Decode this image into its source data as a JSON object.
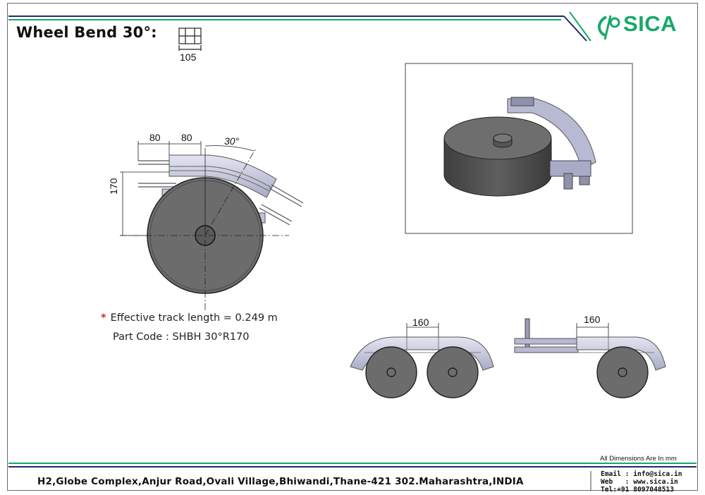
{
  "header": {
    "title": "Wheel Bend 30°:",
    "profile_width": "105",
    "logo_text": "SICA"
  },
  "top_view": {
    "dim_80_left": "80",
    "dim_80_right": "80",
    "angle": "30°",
    "dim_170": "170"
  },
  "notes": {
    "track_length": "Effective track length = 0.249 m",
    "part_code": "Part Code : SHBH 30°R170"
  },
  "side_views": {
    "left_dim": "160",
    "right_dim": "160"
  },
  "footer": {
    "all_dimensions": "All Dimensions Are In mm",
    "address": "H2,Globe Complex,Anjur Road,Ovali Village,Bhiwandi,Thane-421 302.Maharashtra,INDIA",
    "email": "Email : info@sica.in",
    "web": "Web   : www.sica.in",
    "tel": "Tel:+91 8097048513"
  },
  "colors": {
    "green": "#17a86a",
    "navy": "#1f2a6e",
    "wheel": "#6f6f6f",
    "wheel_dark": "#4d4d4d",
    "track": "#c9cbe0"
  }
}
